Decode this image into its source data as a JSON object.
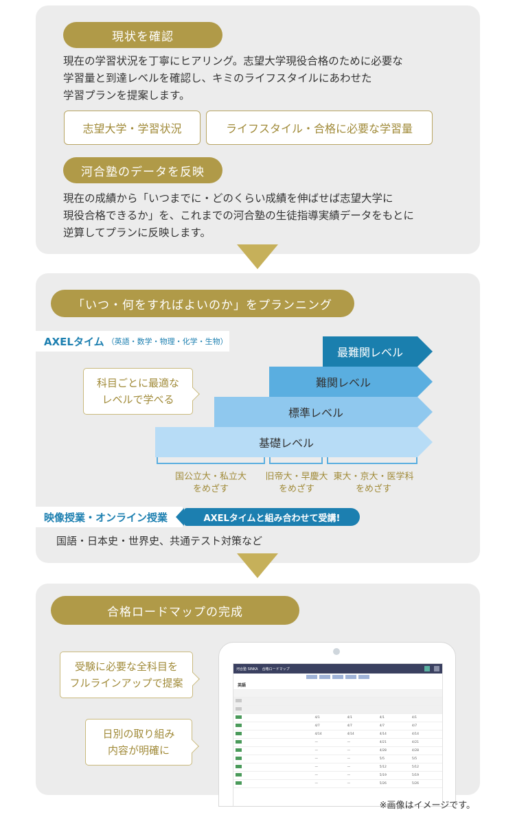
{
  "section1": {
    "pill1": "現状を確認",
    "text1_lines": [
      "現在の学習状況を丁寧にヒアリング。志望大学現役合格のために必要な",
      "学習量と到達レベルを確認し、キミのライフスタイルにあわせた",
      "学習プランを提案します。"
    ],
    "tag_a": "志望大学・学習状況",
    "tag_b": "ライフスタイル・合格に必要な学習量",
    "pill2": "河合塾のデータを反映",
    "text2_lines": [
      "現在の成績から「いつまでに・どのくらい成績を伸ばせば志望大学に",
      "現役合格できるか」を、これまでの河合塾の生徒指導実績データをもとに",
      "逆算してプランに反映します。"
    ]
  },
  "section2": {
    "pill": "「いつ・何をすればよいのか」をプランニング",
    "axel_main": "AXELタイム",
    "axel_sub": "（英語・数学・物理・化学・生物）",
    "bubble_lines": [
      "科目ごとに最適な",
      "レベルで学べる"
    ],
    "levels": [
      "最難関レベル",
      "難関レベル",
      "標準レベル",
      "基礎レベル"
    ],
    "targets": [
      {
        "line1": "国公立大・私立大",
        "line2": "をめざす"
      },
      {
        "line1": "旧帝大・早慶大",
        "line2": "をめざす"
      },
      {
        "line1": "東大・京大・医学科",
        "line2": "をめざす"
      }
    ],
    "video_tag": "映像授業・オンライン授業",
    "combo": "AXELタイムと組み合わせて受講!",
    "video_subjects": "国語・日本史・世界史、共通テスト対策など"
  },
  "section3": {
    "pill": "合格ロードマップの完成",
    "bubble1_lines": [
      "受験に必要な全科目を",
      "フルラインアップで提案"
    ],
    "bubble2_lines": [
      "日別の取り組み",
      "内容が明確に"
    ],
    "tablet": {
      "brand": "河合塾 SINKA",
      "title": "合格ロードマップ",
      "subject": "英語",
      "rows": [
        {
          "label": "",
          "c1": "",
          "c2": "",
          "c3": "",
          "c4": "",
          "grey": true
        },
        {
          "label": "",
          "c1": "",
          "c2": "",
          "c3": "",
          "c4": "",
          "grey": true
        },
        {
          "label": "",
          "c1": "4/1",
          "c2": "4/1",
          "c3": "4/1",
          "c4": "4/1"
        },
        {
          "label": "",
          "c1": "4/7",
          "c2": "4/7",
          "c3": "4/7",
          "c4": "4/7"
        },
        {
          "label": "",
          "c1": "4/14",
          "c2": "4/14",
          "c3": "4/14",
          "c4": "4/14"
        },
        {
          "label": "",
          "c1": "—",
          "c2": "—",
          "c3": "4/21",
          "c4": "4/21"
        },
        {
          "label": "",
          "c1": "—",
          "c2": "—",
          "c3": "4/28",
          "c4": "4/28"
        },
        {
          "label": "",
          "c1": "—",
          "c2": "—",
          "c3": "5/5",
          "c4": "5/5"
        },
        {
          "label": "",
          "c1": "—",
          "c2": "—",
          "c3": "5/12",
          "c4": "5/12"
        },
        {
          "label": "",
          "c1": "—",
          "c2": "—",
          "c3": "5/19",
          "c4": "5/19"
        },
        {
          "label": "",
          "c1": "—",
          "c2": "—",
          "c3": "5/26",
          "c4": "5/26"
        }
      ]
    }
  },
  "note": "※画像はイメージです。",
  "colors": {
    "gold": "#b09a48",
    "blue": "#1c7fb0",
    "level1": "#1a7fae",
    "level2": "#5aaee0",
    "level3": "#8fc8ee",
    "level4": "#b7dcf6"
  }
}
